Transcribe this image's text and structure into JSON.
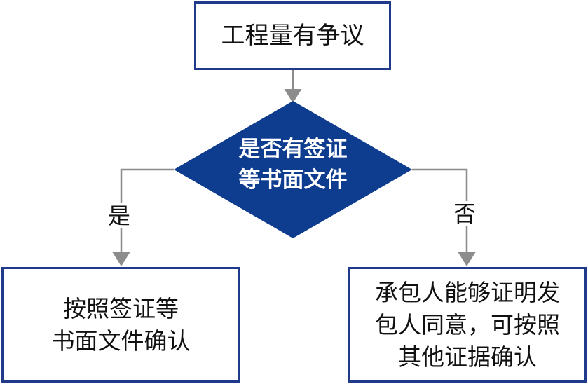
{
  "diagram": {
    "type": "flowchart",
    "start": {
      "text": "工程量有争议"
    },
    "decision": {
      "text": "是否有签证\n等书面文件"
    },
    "branches": {
      "yes": {
        "label": "是",
        "text": "按照签证等\n书面文件确认"
      },
      "no": {
        "label": "否",
        "text": "承包人能够证明发\n包人同意，可按照\n其他证据确认"
      }
    },
    "colors": {
      "decision_fill": "#0e3c8f",
      "box_border": "#1f3a8a",
      "connector": "#8c8c8c",
      "text": "#111111",
      "decision_text": "#ffffff"
    }
  }
}
